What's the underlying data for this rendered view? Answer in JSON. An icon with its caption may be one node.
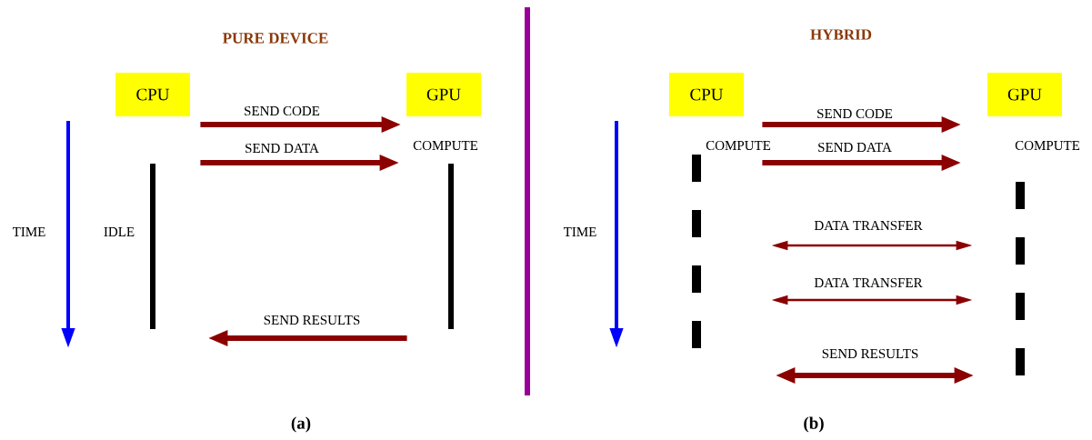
{
  "diagram": {
    "nodes": [
      {
        "text": [
          "CPU",
          "IDLE"
        ]
      },
      {
        "text": [
          "GPU",
          "COMPUTE"
        ]
      },
      {
        "text": [
          "CPU",
          "COMPUTE"
        ]
      },
      {
        "text": [
          "GPU",
          "COMPUTE"
        ]
      }
    ],
    "edges": [
      {
        "from": 0,
        "to": 1,
        "arrow": "to",
        "label": "SEND CODE"
      },
      {
        "from": 0,
        "to": 1,
        "arrow": "to",
        "label": "SEND DATA"
      },
      {
        "from": 1,
        "to": 0,
        "arrow": "to",
        "label": "SEND RESULTS"
      },
      {
        "from": 2,
        "to": 3,
        "arrow": "to",
        "label": "SEND CODE"
      },
      {
        "from": 2,
        "to": 3,
        "arrow": "to",
        "label": "SEND DATA"
      },
      {
        "from": 2,
        "to": 3,
        "arrow": "both",
        "label": "DATA TRANSFER"
      },
      {
        "from": 2,
        "to": 3,
        "arrow": "both",
        "label": "DATA TRANSFER"
      },
      {
        "from": 2,
        "to": 3,
        "arrow": "both",
        "label": "SEND RESULTS"
      }
    ],
    "labels": [
      "PURE DEVICE",
      "HYBRID",
      "TIME",
      "TIME",
      "(a)",
      "(b)"
    ]
  }
}
